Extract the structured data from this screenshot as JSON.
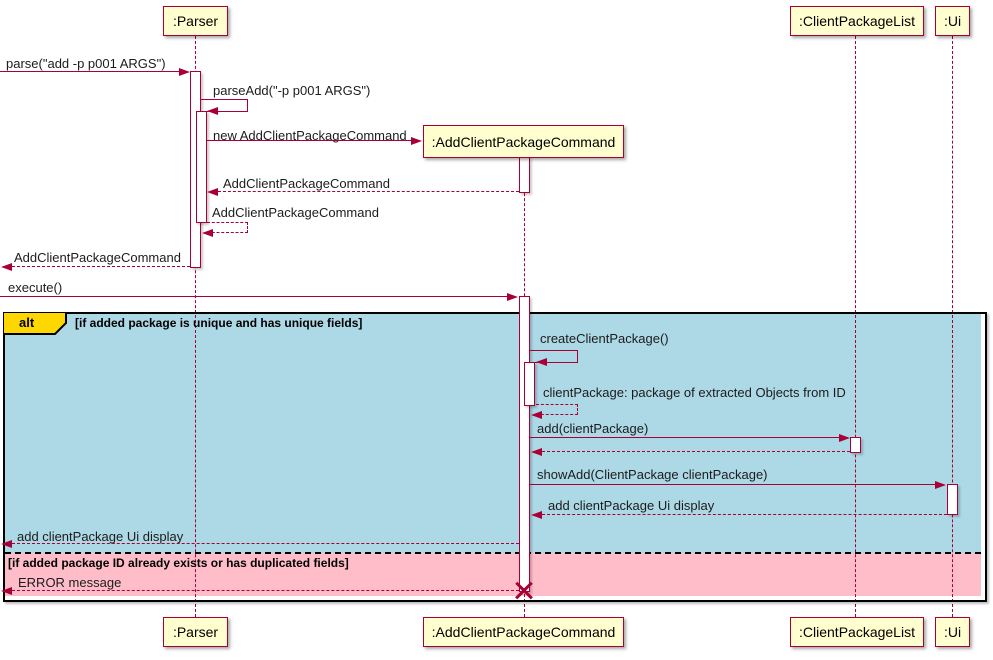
{
  "participants": {
    "parser": {
      "label": ":Parser"
    },
    "add_client_package_command": {
      "label": ":AddClientPackageCommand"
    },
    "client_package_list": {
      "label": ":ClientPackageList"
    },
    "ui": {
      "label": ":Ui"
    }
  },
  "messages": {
    "parse": {
      "label": "parse(\"add -p p001 ARGS\")",
      "kind": "sync"
    },
    "parse_add": {
      "label": "parseAdd(\"-p p001 ARGS\")",
      "kind": "self"
    },
    "new_command": {
      "label": "new AddClientPackageCommand",
      "kind": "create"
    },
    "return_command_to_parser": {
      "label": "AddClientPackageCommand",
      "kind": "return"
    },
    "return_command_self": {
      "label": "AddClientPackageCommand",
      "kind": "self-return"
    },
    "return_command_to_caller": {
      "label": "AddClientPackageCommand",
      "kind": "return"
    },
    "execute": {
      "label": "execute()",
      "kind": "sync"
    },
    "create_client_package": {
      "label": "createClientPackage()",
      "kind": "self"
    },
    "return_client_package": {
      "label": "clientPackage: package of extracted Objects from ID",
      "kind": "self-return"
    },
    "add_client_package": {
      "label": "add(clientPackage)",
      "kind": "sync"
    },
    "show_add": {
      "label": "showAdd(ClientPackage clientPackage)",
      "kind": "sync"
    },
    "return_ui_display": {
      "label": "add clientPackage Ui display",
      "kind": "return"
    },
    "return_ui_display_to_caller": {
      "label": "add clientPackage Ui display",
      "kind": "return"
    },
    "error_message": {
      "label": "ERROR message",
      "kind": "return"
    }
  },
  "alt_fragment": {
    "operator": "alt",
    "condition_success": "[if added package is unique and has unique fields]",
    "condition_failure": "[if added package ID already exists or has duplicated fields]"
  },
  "colors": {
    "participant_fill": "#FEFECE",
    "participant_border": "#A80036",
    "message_color": "#A80036",
    "lifeline_color": "#A80036",
    "success_region": "#ADD8E6",
    "failure_region": "#FFBDC9",
    "fragment_label_fill": "#FFD700",
    "frame_border": "#000000"
  }
}
